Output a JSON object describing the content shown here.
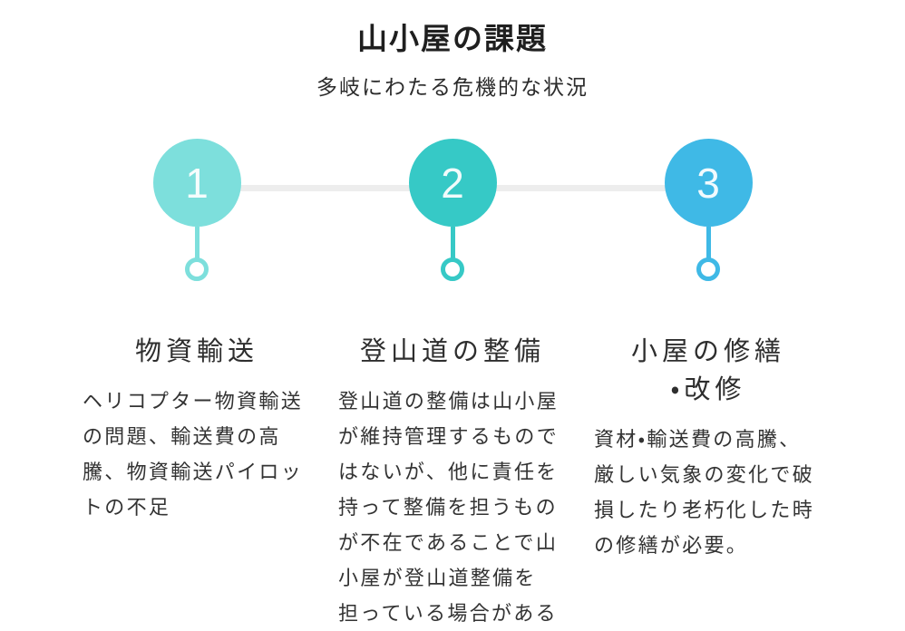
{
  "page": {
    "title": "山小屋の課題",
    "subtitle": "多岐にわたる危機的な状況"
  },
  "colors": {
    "step1": "#7ddfdc",
    "step2": "#36c9c6",
    "step3": "#3fb9e6",
    "track": "#ededed",
    "heading_text": "#2e2e2e",
    "body_text": "#333333",
    "title_text": "#1f1f1f"
  },
  "steps": [
    {
      "number": "1",
      "color": "#7ddfdc",
      "heading": "物資輸送",
      "body": "ヘリコプター物資輸送の問題、輸送費の高騰、物資輸送パイロットの不足"
    },
    {
      "number": "2",
      "color": "#36c9c6",
      "heading": "登山道の整備",
      "body": "登山道の整備は山小屋が維持管理するものではないが、他に責任を持って整備を担うものが不在であることで山小屋が登山道整備を担っている場合がある"
    },
    {
      "number": "3",
      "color": "#3fb9e6",
      "heading": "小屋の修繕\n・改修",
      "body": "資材・輸送費の高騰、厳しい気象の変化で破損したり老朽化した時の修繕が必要。"
    }
  ]
}
